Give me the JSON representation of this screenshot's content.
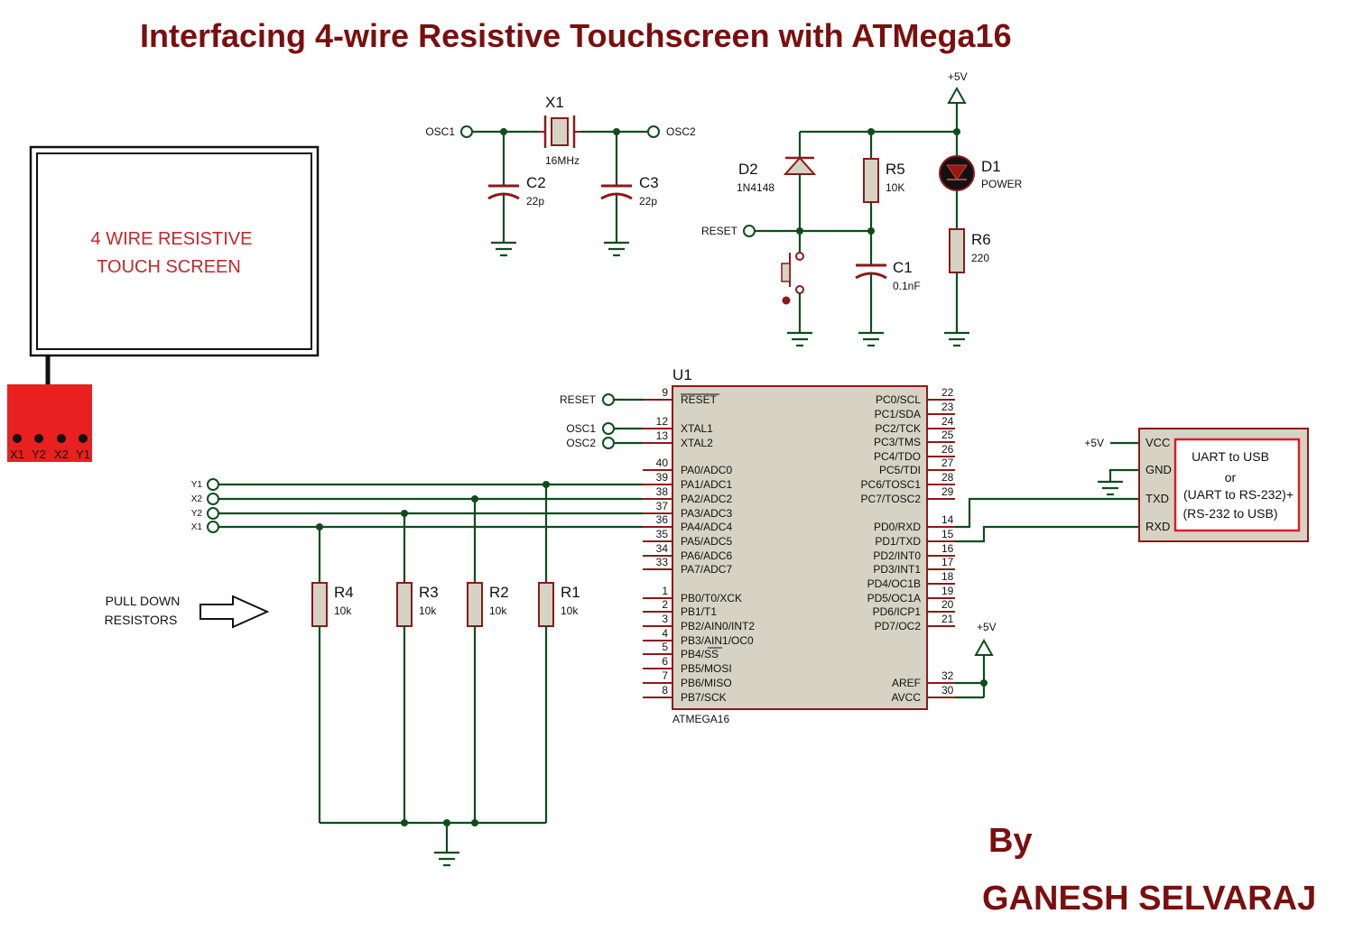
{
  "title": "Interfacing 4-wire Resistive Touchscreen with ATMega16",
  "author": {
    "by": "By",
    "name": "GANESH SELVARAJ"
  },
  "touchscreen": {
    "line1": "4 WIRE RESISTIVE",
    "line2": "TOUCH SCREEN",
    "pins": [
      "X1",
      "Y2",
      "X2",
      "Y1"
    ],
    "connector_color": "#e8201f"
  },
  "crystal": {
    "ref": "X1",
    "value": "16MHz",
    "osc1": "OSC1",
    "osc2": "OSC2"
  },
  "caps": [
    {
      "ref": "C2",
      "value": "22p"
    },
    {
      "ref": "C3",
      "value": "22p"
    },
    {
      "ref": "C1",
      "value": "0.1nF"
    }
  ],
  "reset_circuit": {
    "diode": {
      "ref": "D2",
      "value": "1N4148"
    },
    "resistor": {
      "ref": "R5",
      "value": "10K"
    },
    "net": "RESET"
  },
  "power": {
    "supply": "+5V",
    "led": {
      "ref": "D1",
      "value": "POWER"
    },
    "resistor": {
      "ref": "R6",
      "value": "220"
    }
  },
  "mcu": {
    "ref": "U1",
    "part": "ATMEGA16",
    "left_pins": [
      {
        "num": "9",
        "name": "RESET"
      },
      {
        "num": "12",
        "name": "XTAL1"
      },
      {
        "num": "13",
        "name": "XTAL2"
      },
      {
        "num": "40",
        "name": "PA0/ADC0"
      },
      {
        "num": "39",
        "name": "PA1/ADC1"
      },
      {
        "num": "38",
        "name": "PA2/ADC2"
      },
      {
        "num": "37",
        "name": "PA3/ADC3"
      },
      {
        "num": "36",
        "name": "PA4/ADC4"
      },
      {
        "num": "35",
        "name": "PA5/ADC5"
      },
      {
        "num": "34",
        "name": "PA6/ADC6"
      },
      {
        "num": "33",
        "name": "PA7/ADC7"
      },
      {
        "num": "1",
        "name": "PB0/T0/XCK"
      },
      {
        "num": "2",
        "name": "PB1/T1"
      },
      {
        "num": "3",
        "name": "PB2/AIN0/INT2"
      },
      {
        "num": "4",
        "name": "PB3/AIN1/OC0"
      },
      {
        "num": "5",
        "name": "PB4/SS"
      },
      {
        "num": "6",
        "name": "PB5/MOSI"
      },
      {
        "num": "7",
        "name": "PB6/MISO"
      },
      {
        "num": "8",
        "name": "PB7/SCK"
      }
    ],
    "right_pins": [
      {
        "num": "22",
        "name": "PC0/SCL"
      },
      {
        "num": "23",
        "name": "PC1/SDA"
      },
      {
        "num": "24",
        "name": "PC2/TCK"
      },
      {
        "num": "25",
        "name": "PC3/TMS"
      },
      {
        "num": "26",
        "name": "PC4/TDO"
      },
      {
        "num": "27",
        "name": "PC5/TDI"
      },
      {
        "num": "28",
        "name": "PC6/TOSC1"
      },
      {
        "num": "29",
        "name": "PC7/TOSC2"
      },
      {
        "num": "14",
        "name": "PD0/RXD"
      },
      {
        "num": "15",
        "name": "PD1/TXD"
      },
      {
        "num": "16",
        "name": "PD2/INT0"
      },
      {
        "num": "17",
        "name": "PD3/INT1"
      },
      {
        "num": "18",
        "name": "PD4/OC1B"
      },
      {
        "num": "19",
        "name": "PD5/OC1A"
      },
      {
        "num": "20",
        "name": "PD6/ICP1"
      },
      {
        "num": "21",
        "name": "PD7/OC2"
      },
      {
        "num": "32",
        "name": "AREF"
      },
      {
        "num": "30",
        "name": "AVCC"
      }
    ],
    "left_terminals": [
      "RESET",
      "OSC1",
      "OSC2"
    ]
  },
  "touch_nets": [
    "Y1",
    "X2",
    "Y2",
    "X1"
  ],
  "pulldowns": {
    "label": [
      "PULL DOWN",
      "RESISTORS"
    ],
    "resistors": [
      {
        "ref": "R4",
        "value": "10k"
      },
      {
        "ref": "R3",
        "value": "10k"
      },
      {
        "ref": "R2",
        "value": "10k"
      },
      {
        "ref": "R1",
        "value": "10k"
      }
    ]
  },
  "uart_module": {
    "pins": [
      "VCC",
      "GND",
      "TXD",
      "RXD"
    ],
    "supply": "+5V",
    "text": [
      "UART to USB",
      "or",
      "(UART to RS-232)+",
      "(RS-232 to USB)"
    ]
  }
}
